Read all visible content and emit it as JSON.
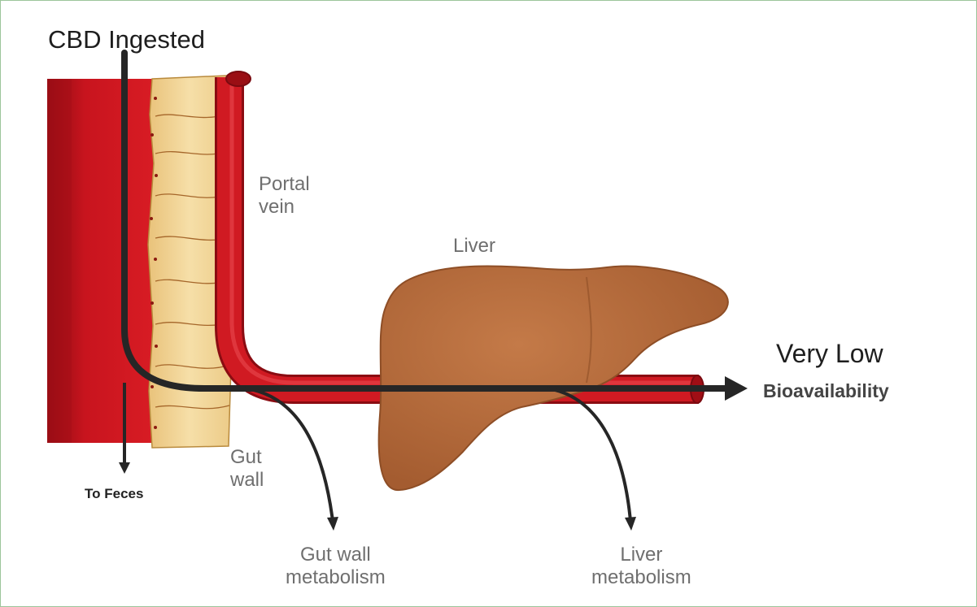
{
  "labels": {
    "cbd_ingested": "CBD Ingested",
    "portal_vein_line1": "Portal",
    "portal_vein_line2": "vein",
    "liver": "Liver",
    "gut_wall_line1": "Gut",
    "gut_wall_line2": "wall",
    "to_feces": "To Feces",
    "gut_wall_metabolism_line1": "Gut wall",
    "gut_wall_metabolism_line2": "metabolism",
    "liver_metabolism_line1": "Liver",
    "liver_metabolism_line2": "metabolism",
    "very_low": "Very Low",
    "bioavailability": "Bioavailability"
  },
  "colors": {
    "vessel_red": "#c8141e",
    "vessel_dark": "#7a0a10",
    "gut_tissue": "#f3d79a",
    "liver_brown": "#b56a3a",
    "arrow": "#262626",
    "frame": "#9cc59a"
  }
}
